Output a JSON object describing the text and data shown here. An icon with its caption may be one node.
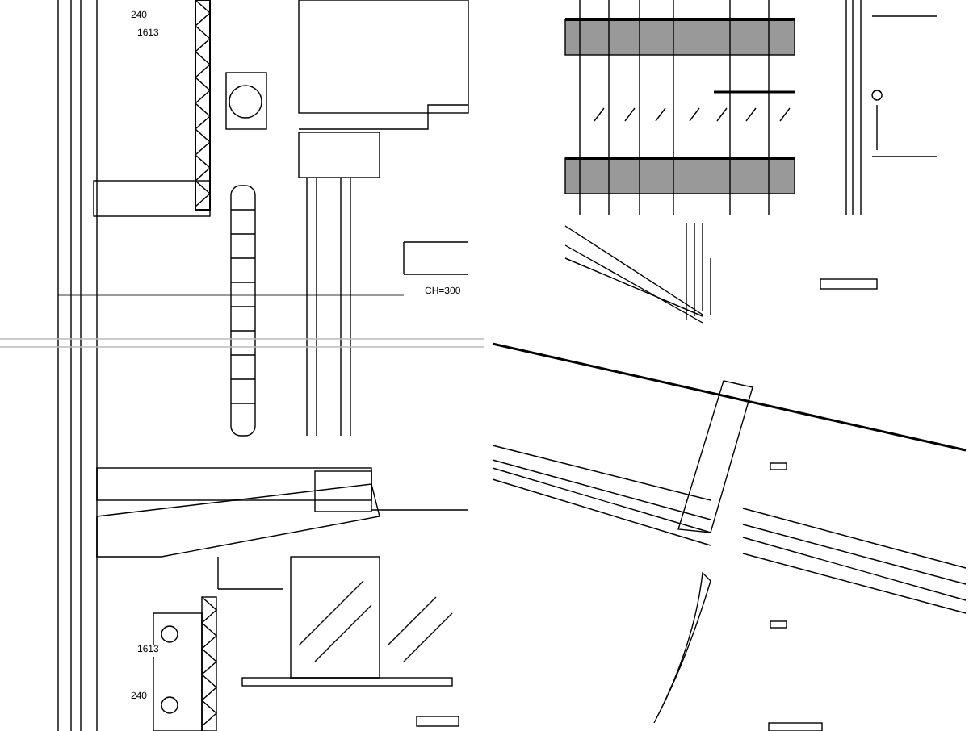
{
  "diagram": {
    "labels": [
      "240",
      "1613",
      "CH=300",
      "1613",
      "240"
    ]
  }
}
